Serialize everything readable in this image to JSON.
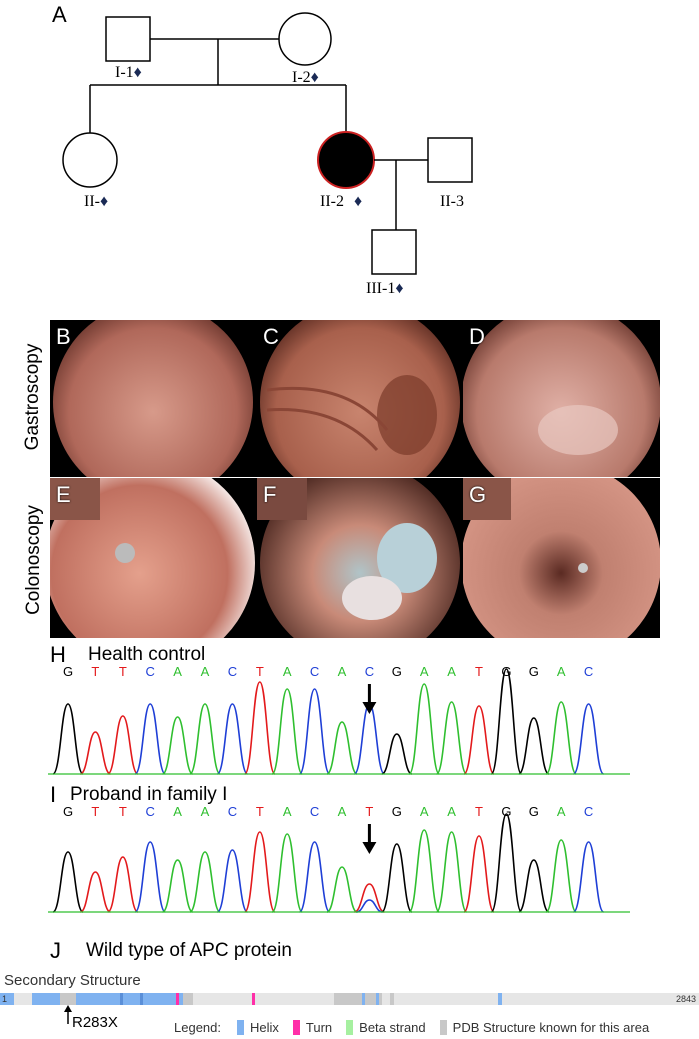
{
  "panel_a": {
    "letter": "A",
    "individuals": {
      "I1": "I-1",
      "I2": "I-2",
      "II1": "II-",
      "II2": "II-2",
      "II3": "II-3",
      "III1": "III-1"
    },
    "marker_glyph": "♦"
  },
  "endoscopy": {
    "row1_label": "Gastroscopy",
    "row2_label": "Colonoscopy",
    "letters": [
      "B",
      "C",
      "D",
      "E",
      "F",
      "G"
    ]
  },
  "panel_h": {
    "letter": "H",
    "title": "Health control",
    "bases": [
      "G",
      "T",
      "T",
      "C",
      "A",
      "A",
      "C",
      "T",
      "A",
      "C",
      "A",
      "C",
      "G",
      "A",
      "A",
      "T",
      "G",
      "G",
      "A",
      "C"
    ]
  },
  "panel_i": {
    "letter": "I",
    "title": "Proband in family I",
    "bases": [
      "G",
      "T",
      "T",
      "C",
      "A",
      "A",
      "C",
      "T",
      "A",
      "C",
      "A",
      "T",
      "G",
      "A",
      "A",
      "T",
      "G",
      "G",
      "A",
      "C"
    ]
  },
  "panel_j": {
    "letter": "J",
    "title": "Wild type of APC protein",
    "track_title": "Secondary Structure",
    "start": "1",
    "end": "2843",
    "mutation": "R283X",
    "legend": {
      "label": "Legend:",
      "items": [
        {
          "label": "Helix",
          "color": "#7fb2f0"
        },
        {
          "label": "Turn",
          "color": "#ff2fa8"
        },
        {
          "label": "Beta strand",
          "color": "#a6f0a0"
        },
        {
          "label": "PDB Structure known for this area",
          "color": "#c8c8c8"
        }
      ]
    }
  },
  "colors": {
    "G": "#000000",
    "T": "#e31a1c",
    "C": "#1f3fd6",
    "A": "#2fbf2f",
    "affected_outline": "#cc2222"
  }
}
